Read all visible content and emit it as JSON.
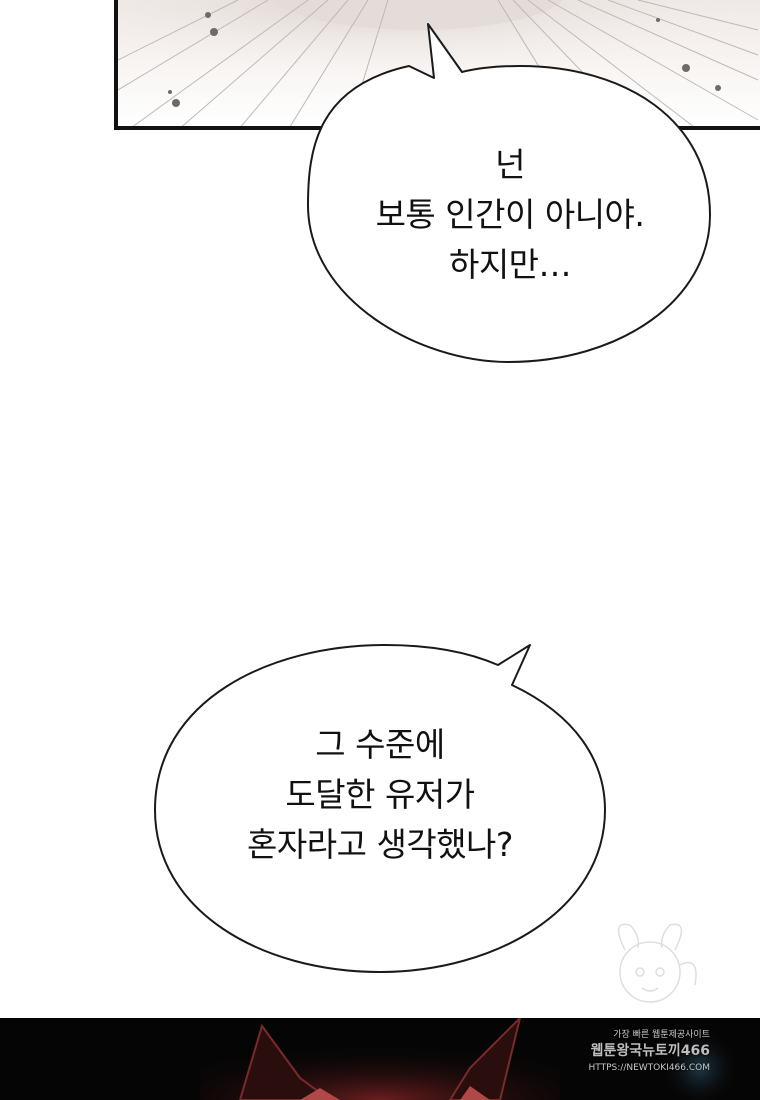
{
  "bubble_1": {
    "lines": [
      "넌",
      "보통 인간이 아니야.",
      "하지만…"
    ]
  },
  "bubble_2": {
    "lines": [
      "그 수준에",
      "도달한 유저가",
      "혼자라고 생각했나?"
    ]
  },
  "watermark": {
    "line1": "가장 빠른 웹툰제공사이트",
    "line2": "웹툰왕국뉴토끼466",
    "line3": "HTTPS://NEWTOKI466.COM"
  }
}
